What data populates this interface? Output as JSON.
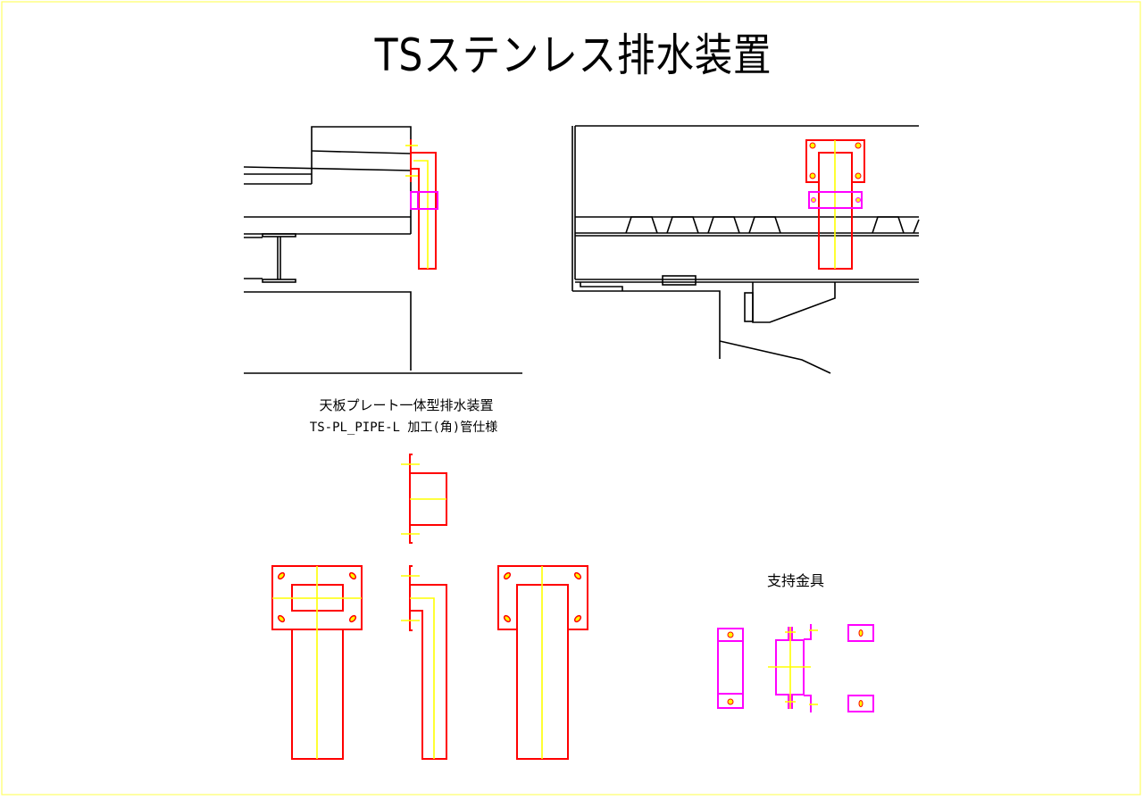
{
  "title": "TSステンレス排水装置",
  "section_main": {
    "label": "天板プレート一体型排水装置",
    "sublabel": "TS-PL_PIPE-L 加工(角)管仕様"
  },
  "section_bracket": {
    "label": "支持金具"
  },
  "colors": {
    "frame": "#ffff00",
    "pipe": "#ff0000",
    "bracket": "#ff00ff",
    "structure": "#000000"
  }
}
